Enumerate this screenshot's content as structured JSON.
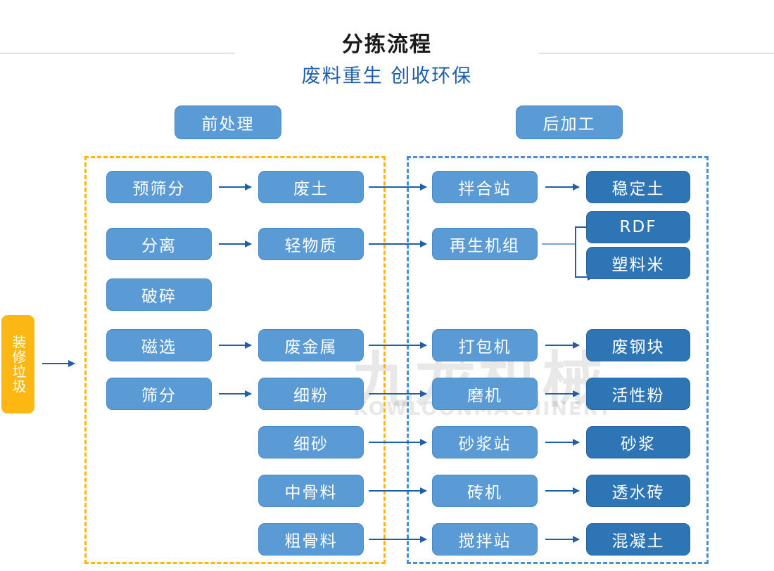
{
  "header": {
    "title": "分拣流程",
    "subtitle": "废料重生 创收环保"
  },
  "watermark": {
    "cn": "九龙机械",
    "en": "KOWLOONMACHINERY"
  },
  "stages": [
    {
      "label": "前处理"
    },
    {
      "label": "后加工"
    }
  ],
  "input": {
    "label": "装修垃圾"
  },
  "columns": {
    "process": [
      {
        "label": "预筛分"
      },
      {
        "label": "分离"
      },
      {
        "label": "破碎"
      },
      {
        "label": "磁选"
      },
      {
        "label": "筛分"
      }
    ],
    "materials": [
      {
        "label": "废土"
      },
      {
        "label": "轻物质"
      },
      {
        "label": "废金属"
      },
      {
        "label": "细粉"
      },
      {
        "label": "细砂"
      },
      {
        "label": "中骨料"
      },
      {
        "label": "粗骨料"
      }
    ],
    "equipment": [
      {
        "label": "拌合站"
      },
      {
        "label": "再生机组"
      },
      {
        "label": "打包机"
      },
      {
        "label": "磨机"
      },
      {
        "label": "砂浆站"
      },
      {
        "label": "砖机"
      },
      {
        "label": "搅拌站"
      }
    ],
    "products": [
      {
        "label": "稳定土"
      },
      {
        "label": "RDF"
      },
      {
        "label": "塑料米"
      },
      {
        "label": "废钢块"
      },
      {
        "label": "活性粉"
      },
      {
        "label": "砂浆"
      },
      {
        "label": "透水砖"
      },
      {
        "label": "混凝土"
      }
    ]
  },
  "colors": {
    "light_blue": "#5b9bd5",
    "dark_blue": "#2e75b6",
    "accent_orange": "#ffb700",
    "input_yellow": "#fcb713",
    "arrow_blue": "#1f5fa9",
    "subtitle_blue": "#1f5fa9"
  }
}
